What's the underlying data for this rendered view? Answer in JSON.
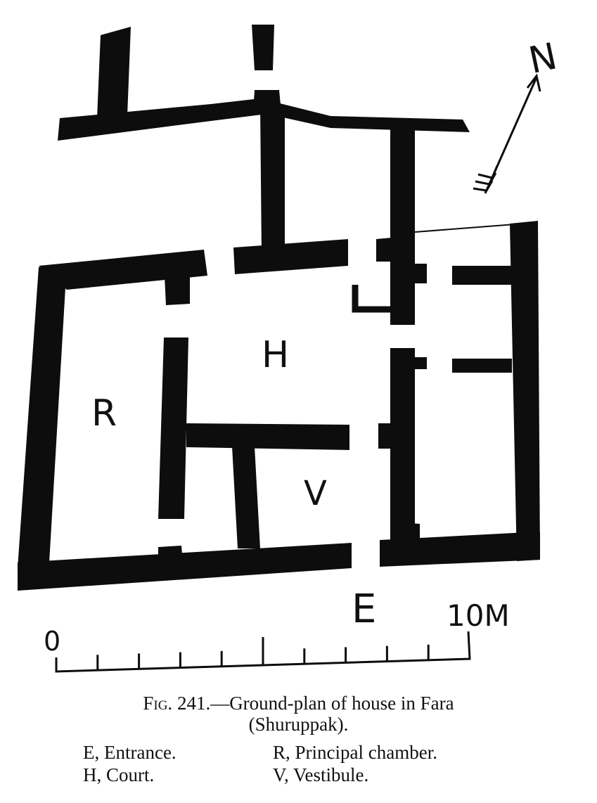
{
  "labels": {
    "north": "N",
    "court": "H",
    "chamber": "R",
    "vestibule": "V",
    "entrance": "E",
    "scale_start": "0",
    "scale_end": "10M"
  },
  "caption": {
    "fig_prefix": "Fig.",
    "fig_number": "241.",
    "title_text": "—Ground-plan of house in Fara",
    "subtitle": "(Shuruppak)."
  },
  "legend": [
    {
      "key": "E,",
      "text": "Entrance."
    },
    {
      "key": "R,",
      "text": "Principal chamber."
    },
    {
      "key": "H,",
      "text": "Court."
    },
    {
      "key": "V,",
      "text": "Vestibule."
    }
  ],
  "colors": {
    "ink": "#0d0d0d",
    "paper": "#ffffff"
  }
}
